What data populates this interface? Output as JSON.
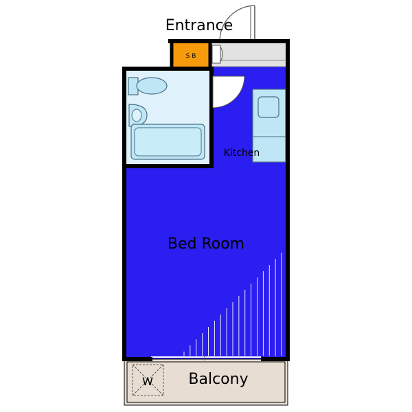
{
  "floorplan": {
    "labels": {
      "entrance": "Entrance",
      "shoe_box": "S B",
      "kitchen": "Kitchen",
      "bedroom": "Bed Room",
      "balcony": "Balcony",
      "washer": "W"
    },
    "colors": {
      "bedroom_blue": "#2b1ef0",
      "wet_area": "#dff1fb",
      "fixture": "#bfe6f5",
      "fixture_stroke": "#4a6f86",
      "balcony": "#e8ddd2",
      "entrance_floor": "#e2e2e2",
      "shoe_box": "#f79a0b",
      "wall": "#000000"
    }
  }
}
